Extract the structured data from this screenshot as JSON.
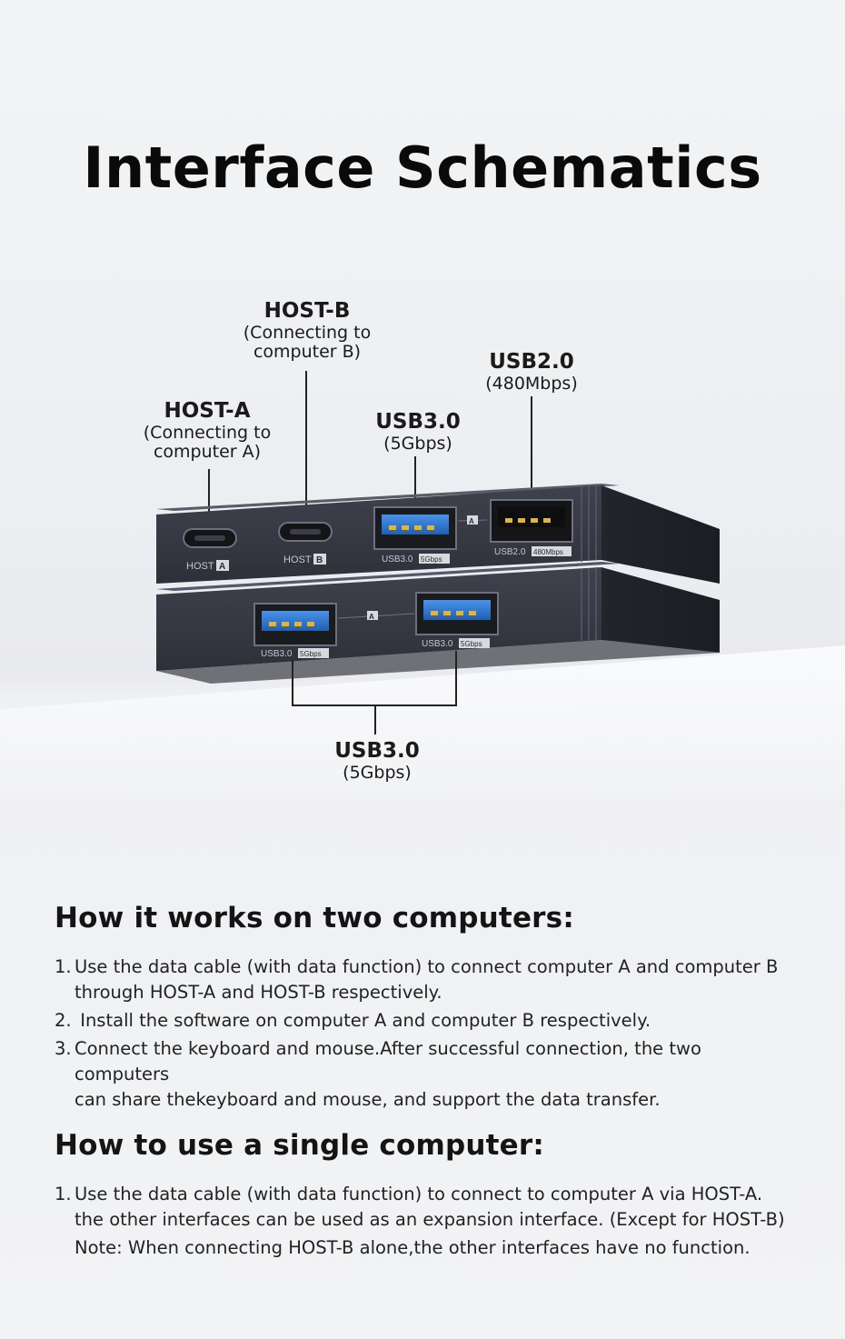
{
  "title": "Interface Schematics",
  "callouts": {
    "host_b": {
      "title": "HOST-B",
      "sub1": "(Connecting to",
      "sub2": "computer B)"
    },
    "host_a": {
      "title": "HOST-A",
      "sub1": "(Connecting to",
      "sub2": "computer A)"
    },
    "usb3_top": {
      "title": "USB3.0",
      "sub1": "(5Gbps)"
    },
    "usb2": {
      "title": "USB2.0",
      "sub1": "(480Mbps)"
    },
    "usb3_bottom": {
      "title": "USB3.0",
      "sub1": "(5Gbps)"
    }
  },
  "device_labels": {
    "host": "HOST",
    "a": "A",
    "b": "B",
    "usb3": "USB3.0",
    "gbps": "5Gbps",
    "usb2": "USB2.0",
    "mbps": "480Mbps"
  },
  "colors": {
    "device_body": "#3a3d48",
    "port_blue": "#2f78d4",
    "port_black": "#151517"
  },
  "section1": {
    "heading": "How it works on two computers:",
    "items": [
      {
        "num": "1.",
        "lines": [
          "Use the data cable (with data function) to connect computer A and computer B",
          "through HOST-A and HOST-B respectively."
        ]
      },
      {
        "num": "2.",
        "lines": [
          " Install the software on computer A and computer B respectively."
        ]
      },
      {
        "num": "3.",
        "lines": [
          "Connect the keyboard and mouse.After successful connection, the two computers",
          "can share thekeyboard and mouse, and support the data transfer."
        ]
      }
    ]
  },
  "section2": {
    "heading": "How to use a single computer:",
    "items": [
      {
        "num": "1.",
        "lines": [
          "Use the data cable (with data function) to connect to computer A via HOST-A.",
          "the other interfaces can be used as an expansion interface. (Except for HOST-B)"
        ]
      }
    ],
    "note": "Note: When connecting HOST-B alone,the other interfaces have no function."
  }
}
